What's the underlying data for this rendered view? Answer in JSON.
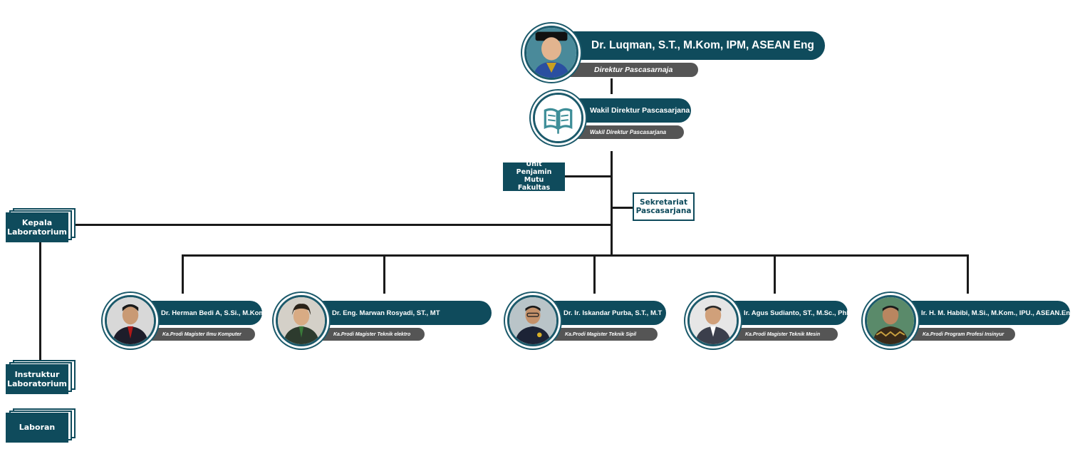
{
  "director": {
    "name": "Dr. Luqman, S.T., M.Kom, IPM, ASEAN Eng",
    "role": "Direktur Pascasarnaja"
  },
  "vice_director": {
    "name": "Wakil Direktur Pascasarjana",
    "role": "Wakil Direktur Pascasarjana"
  },
  "units": {
    "quality_assurance": "Unit Penjamin Mutu Fakultas",
    "secretariat": "Sekretariat Pascasarjana"
  },
  "lab": {
    "head": "Kepala Laboratorium",
    "instructor": "Instruktur Laboratorium",
    "assistant": "Laboran"
  },
  "heads": [
    {
      "name": "Dr. Herman Bedi A, S.Si., M.Kom",
      "role": "Ka.Prodi Magister Ilmu Komputer"
    },
    {
      "name": "Dr. Eng. Marwan Rosyadi, ST., MT",
      "role": "Ka.Prodi Magister Teknik elektro"
    },
    {
      "name": "Dr. Ir. Iskandar Purba, S.T., M.T",
      "role": "Ka.Prodi Magister Teknik Sipil"
    },
    {
      "name": "Ir. Agus Sudianto, ST., M.Sc., PhD",
      "role": "Ka.Prodi Magister Teknik Mesin"
    },
    {
      "name": "Ir. H. M. Habibi, M.Si., M.Kom., IPU., ASEAN.Eng.",
      "role": "Ka.Prodi Program Profesi Insinyur"
    }
  ],
  "colors": {
    "primary": "#0f4b5c",
    "ring": "#1c5a6b",
    "role_bar": "#555555",
    "connector": "#1a1a1a"
  },
  "icons": {
    "director_photo": "person-portrait-icon",
    "vice_logo": "open-book-logo-icon",
    "head_photo": "person-portrait-icon"
  }
}
